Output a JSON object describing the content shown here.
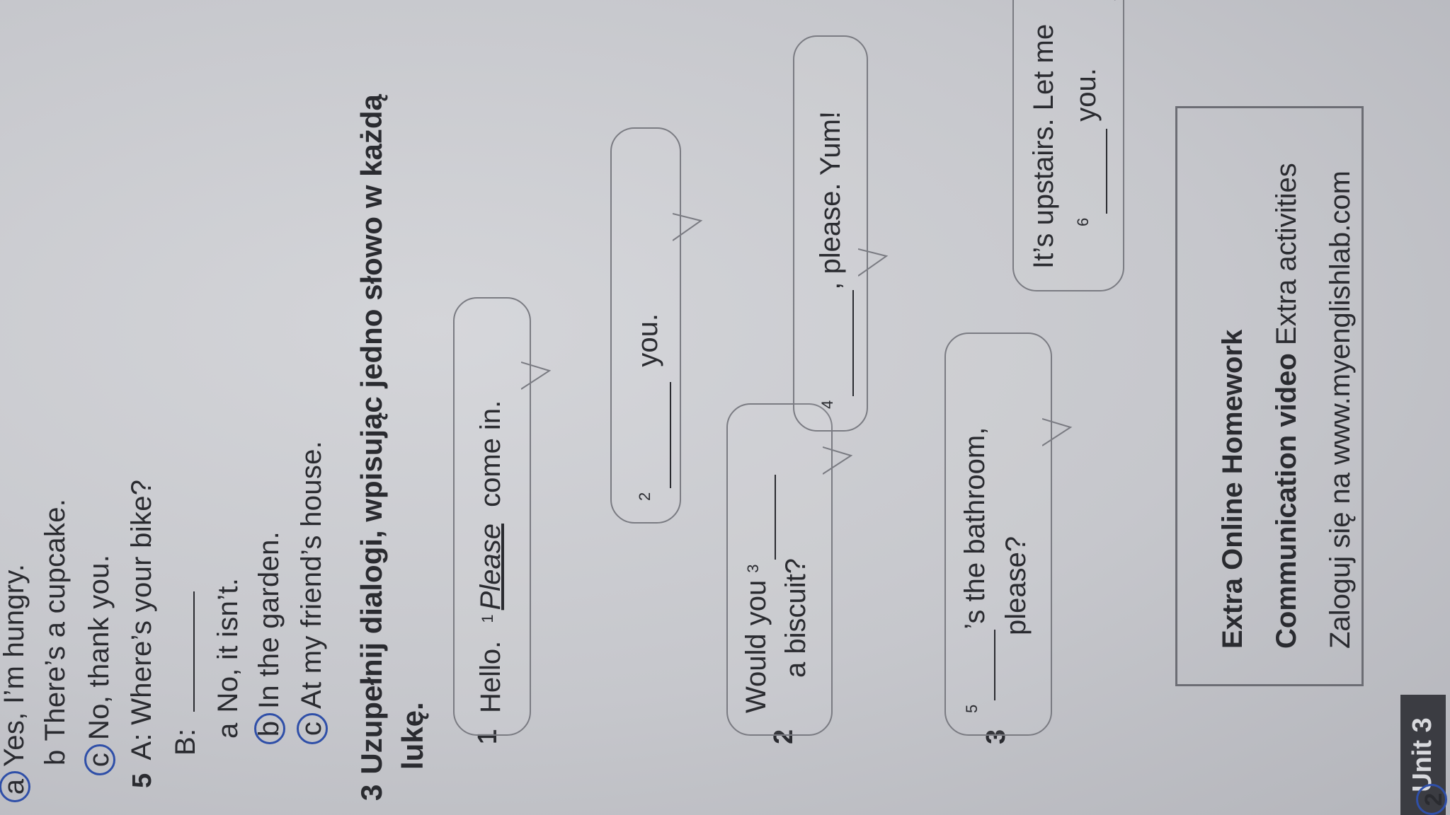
{
  "exercise_prev": {
    "options_top": [
      {
        "letter": "a",
        "text": "Yes, I’m hungry.",
        "circled": true
      },
      {
        "letter": "b",
        "text": "There’s a cupcake.",
        "circled": false
      },
      {
        "letter": "c",
        "text": "No, thank you.",
        "circled": true
      }
    ],
    "q5": {
      "number": "5",
      "question": "A: Where’s your bike?",
      "b_label": "B:"
    },
    "options_q5": [
      {
        "letter": "a",
        "text": "No, it isn’t.",
        "circled": false
      },
      {
        "letter": "b",
        "text": "In the garden.",
        "circled": true
      },
      {
        "letter": "c",
        "text": "At my friend’s house.",
        "circled": true
      }
    ]
  },
  "exercise3": {
    "number": "3",
    "instruction_line1": "Uzupełnij dialogi, wpisując jedno słowo w każdą",
    "instruction_line2": "lukę.",
    "dialogues": [
      {
        "number": "1",
        "bubble_a": {
          "pre": "Hello.",
          "gap": "1",
          "answer": "Please",
          "post": "come in."
        },
        "bubble_b": {
          "gap": "2",
          "post": "you."
        }
      },
      {
        "number": "2",
        "bubble_a": {
          "line1_pre": "Would you",
          "gap": "3",
          "line2": "a biscuit?"
        },
        "bubble_b": {
          "gap": "4",
          "post": ", please. Yum!"
        }
      },
      {
        "number": "3",
        "bubble_a": {
          "gap": "5",
          "line1_post": "’s  the bathroom,",
          "line2": "please?"
        },
        "bubble_b": {
          "line1": "It’s upstairs. Let me",
          "gap": "6",
          "line2_post": "you."
        }
      }
    ]
  },
  "homework": {
    "title": "Extra Online Homework",
    "video_bold": "Communication video",
    "video_rest": "Extra activities",
    "login": "Zaloguj się na www.myenglishlab.com"
  },
  "unit_tab": {
    "label": "Unit 3",
    "page_fragment": "2"
  }
}
